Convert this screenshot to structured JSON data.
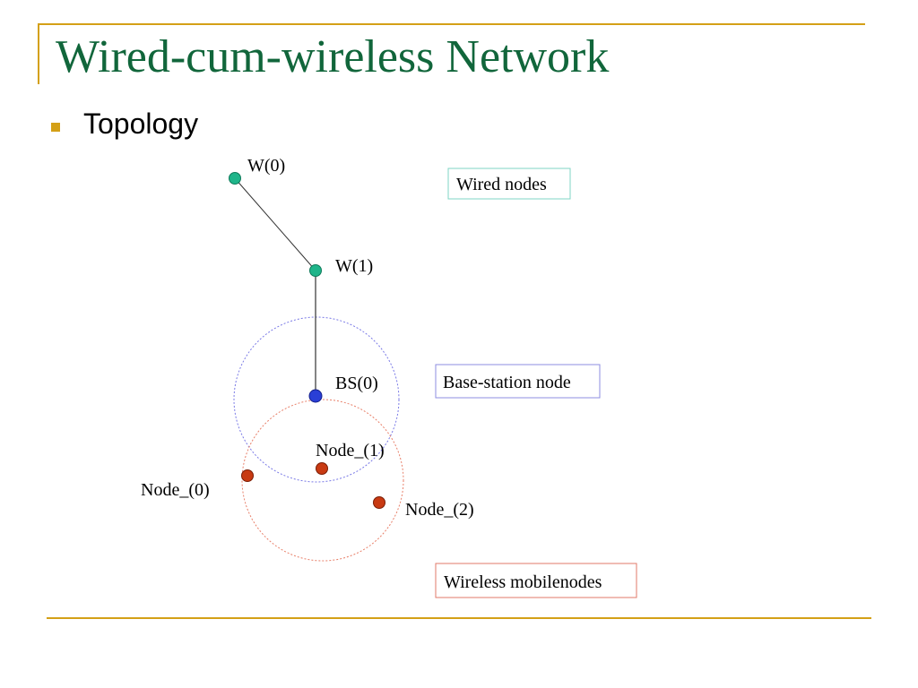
{
  "slide": {
    "title": "Wired-cum-wireless Network",
    "bullet": "Topology"
  },
  "diagram": {
    "nodes": {
      "w0": "W(0)",
      "w1": "W(1)",
      "bs0": "BS(0)",
      "node0": "Node_(0)",
      "node1": "Node_(1)",
      "node2": "Node_(2)"
    },
    "legend": {
      "wired": "Wired nodes",
      "base_station": "Base-station node",
      "wireless": "Wireless mobilenodes"
    },
    "colors": {
      "wired_node": "#1fb58a",
      "base_station_node": "#2a3fd6",
      "mobile_node": "#c83a12",
      "wired_box_border": "#7fd6c4",
      "base_box_border": "#8c8ce0",
      "wireless_box_border": "#e07a6a",
      "bs_range_circle": "#7a7ae6",
      "mobile_range_circle": "#e8806a",
      "accent": "#d4a017",
      "title": "#11663b"
    }
  }
}
